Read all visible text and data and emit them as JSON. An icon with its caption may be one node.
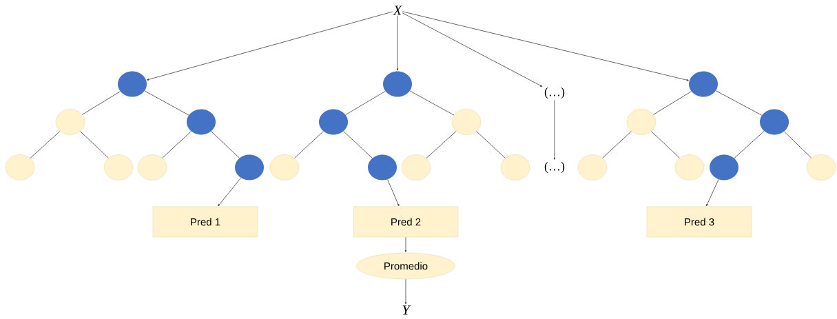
{
  "diagram": {
    "nodes": [
      {
        "text": [
          "X"
        ]
      },
      {
        "text": [],
        "shape": "circle"
      },
      {
        "text": [],
        "shape": "circle"
      },
      {
        "text": [
          "(…)"
        ]
      },
      {
        "text": [],
        "shape": "circle"
      },
      {
        "text": [],
        "shape": "circle"
      },
      {
        "text": [],
        "shape": "circle"
      },
      {
        "text": [],
        "shape": "circle"
      },
      {
        "text": [],
        "shape": "circle"
      },
      {
        "text": [],
        "shape": "circle"
      },
      {
        "text": [],
        "shape": "circle"
      },
      {
        "text": [],
        "shape": "circle"
      },
      {
        "text": [],
        "shape": "circle"
      },
      {
        "text": [],
        "shape": "circle"
      },
      {
        "text": [],
        "shape": "circle"
      },
      {
        "text": [],
        "shape": "circle"
      },
      {
        "text": [],
        "shape": "circle"
      },
      {
        "text": [],
        "shape": "circle"
      },
      {
        "text": [],
        "shape": "circle"
      },
      {
        "text": [
          "(…)"
        ]
      },
      {
        "text": [],
        "shape": "circle"
      },
      {
        "text": [],
        "shape": "circle"
      },
      {
        "text": [],
        "shape": "circle"
      },
      {
        "text": [],
        "shape": "circle"
      },
      {
        "text": [
          "Pred 1"
        ]
      },
      {
        "text": [
          "Pred 2"
        ]
      },
      {
        "text": [
          "Pred 3"
        ]
      },
      {
        "text": [
          "Promedio"
        ]
      },
      {
        "text": [
          "Y"
        ]
      }
    ],
    "edges": [
      {
        "from": 0,
        "to": 1,
        "arrow": "to"
      },
      {
        "from": 0,
        "to": 2,
        "arrow": "to"
      },
      {
        "from": 0,
        "to": 3,
        "arrow": "to"
      },
      {
        "from": 0,
        "to": 4,
        "arrow": "to"
      },
      {
        "from": 1,
        "to": 5,
        "arrow": "none"
      },
      {
        "from": 1,
        "to": 6,
        "arrow": "none"
      },
      {
        "from": 5,
        "to": 11,
        "arrow": "none"
      },
      {
        "from": 5,
        "to": 12,
        "arrow": "none"
      },
      {
        "from": 6,
        "to": 13,
        "arrow": "none"
      },
      {
        "from": 6,
        "to": 14,
        "arrow": "none"
      },
      {
        "from": 2,
        "to": 7,
        "arrow": "none"
      },
      {
        "from": 2,
        "to": 8,
        "arrow": "none"
      },
      {
        "from": 7,
        "to": 15,
        "arrow": "none"
      },
      {
        "from": 7,
        "to": 16,
        "arrow": "none"
      },
      {
        "from": 8,
        "to": 17,
        "arrow": "none"
      },
      {
        "from": 8,
        "to": 18,
        "arrow": "none"
      },
      {
        "from": 3,
        "to": 19,
        "arrow": "to"
      },
      {
        "from": 4,
        "to": 9,
        "arrow": "none"
      },
      {
        "from": 4,
        "to": 10,
        "arrow": "none"
      },
      {
        "from": 9,
        "to": 20,
        "arrow": "none"
      },
      {
        "from": 9,
        "to": 21,
        "arrow": "none"
      },
      {
        "from": 10,
        "to": 22,
        "arrow": "none"
      },
      {
        "from": 10,
        "to": 23,
        "arrow": "none"
      },
      {
        "from": 14,
        "to": 24,
        "arrow": "to"
      },
      {
        "from": 16,
        "to": 25,
        "arrow": "to"
      },
      {
        "from": 22,
        "to": 26,
        "arrow": "to"
      },
      {
        "from": 25,
        "to": 27,
        "arrow": "to"
      },
      {
        "from": 27,
        "to": 28,
        "arrow": "to"
      }
    ]
  }
}
